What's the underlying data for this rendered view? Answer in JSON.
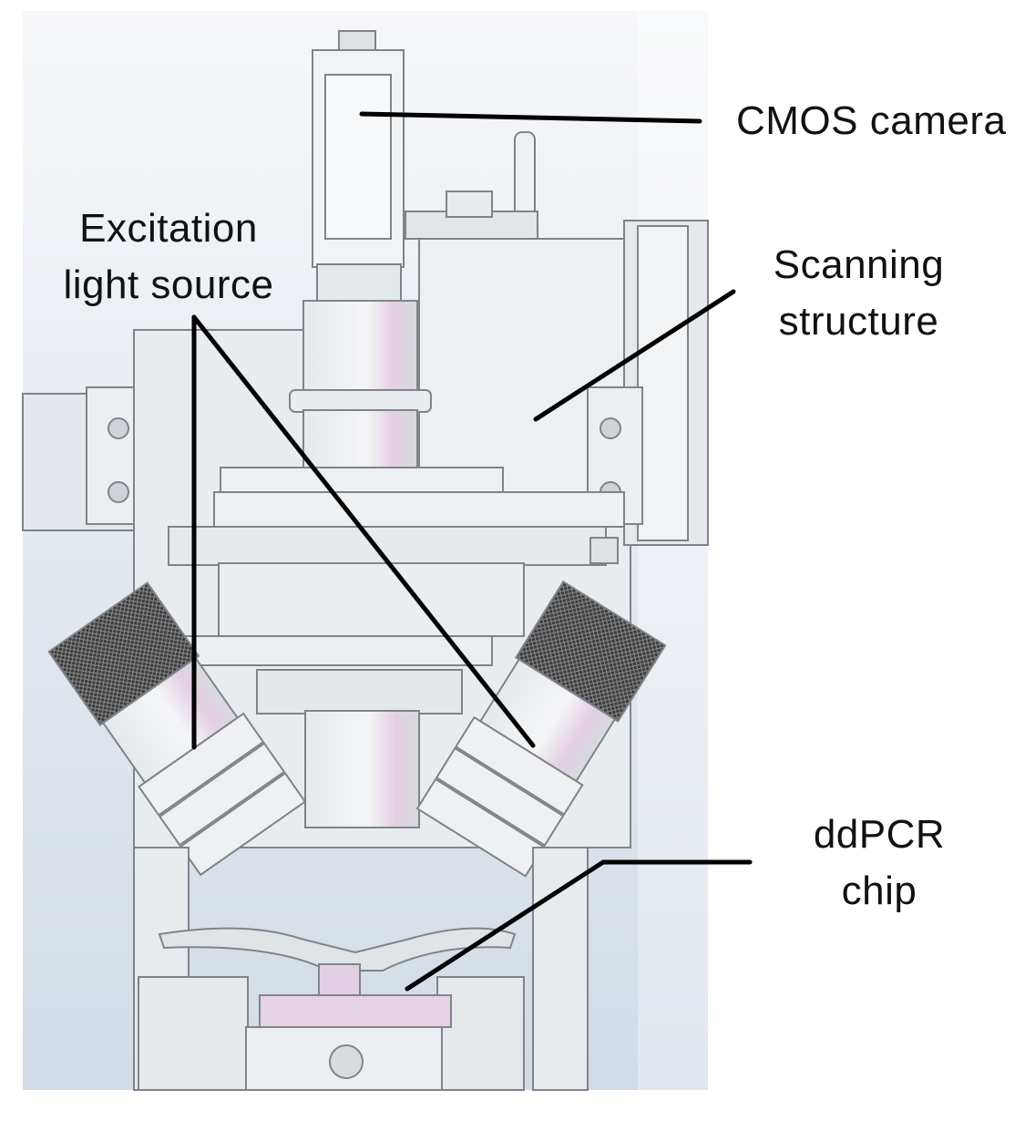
{
  "labels": {
    "cmos_camera": "CMOS camera",
    "excitation_line1": "Excitation",
    "excitation_line2": "light source",
    "scanning_line1": "Scanning",
    "scanning_line2": "structure",
    "ddpcr_line1": "ddPCR",
    "ddpcr_line2": "chip"
  },
  "colors": {
    "background_gradient_top": "#f6f7f9",
    "background_gradient_bottom": "#d2dbe6",
    "part_fill": "#eceff1",
    "part_stroke": "#7f848a",
    "lens_tint": "#dcc8dc",
    "leader_line": "#000000"
  }
}
